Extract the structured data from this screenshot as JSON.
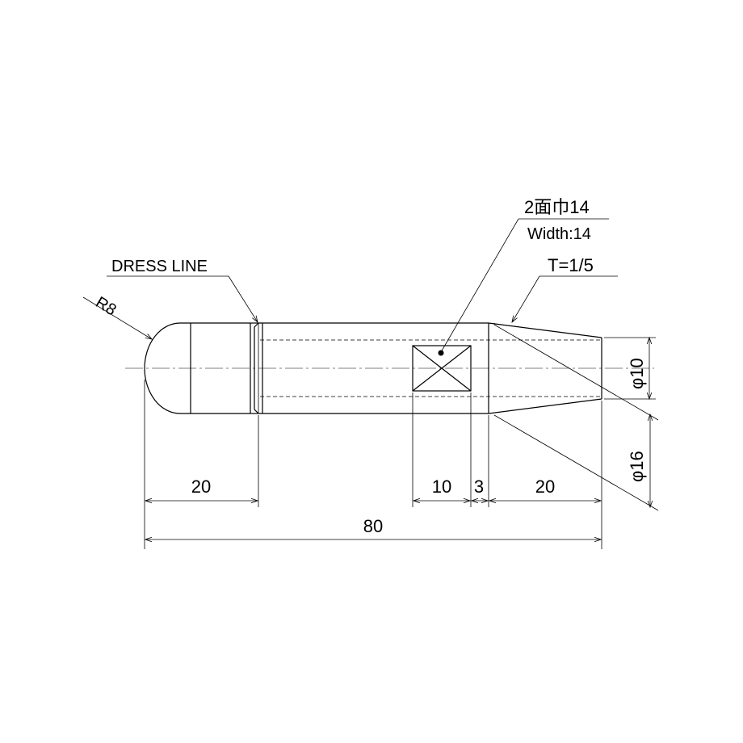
{
  "labels": {
    "dress_line": "DRESS LINE",
    "radius": "R8",
    "flats_jp": "2面巾14",
    "flats_en": "Width:14",
    "taper": "T=1/5",
    "dia_small": "φ10",
    "dia_large": "φ16",
    "len_tip": "20",
    "len_flat": "10",
    "len_gap": "3",
    "len_taper": "20",
    "len_total": "80"
  }
}
